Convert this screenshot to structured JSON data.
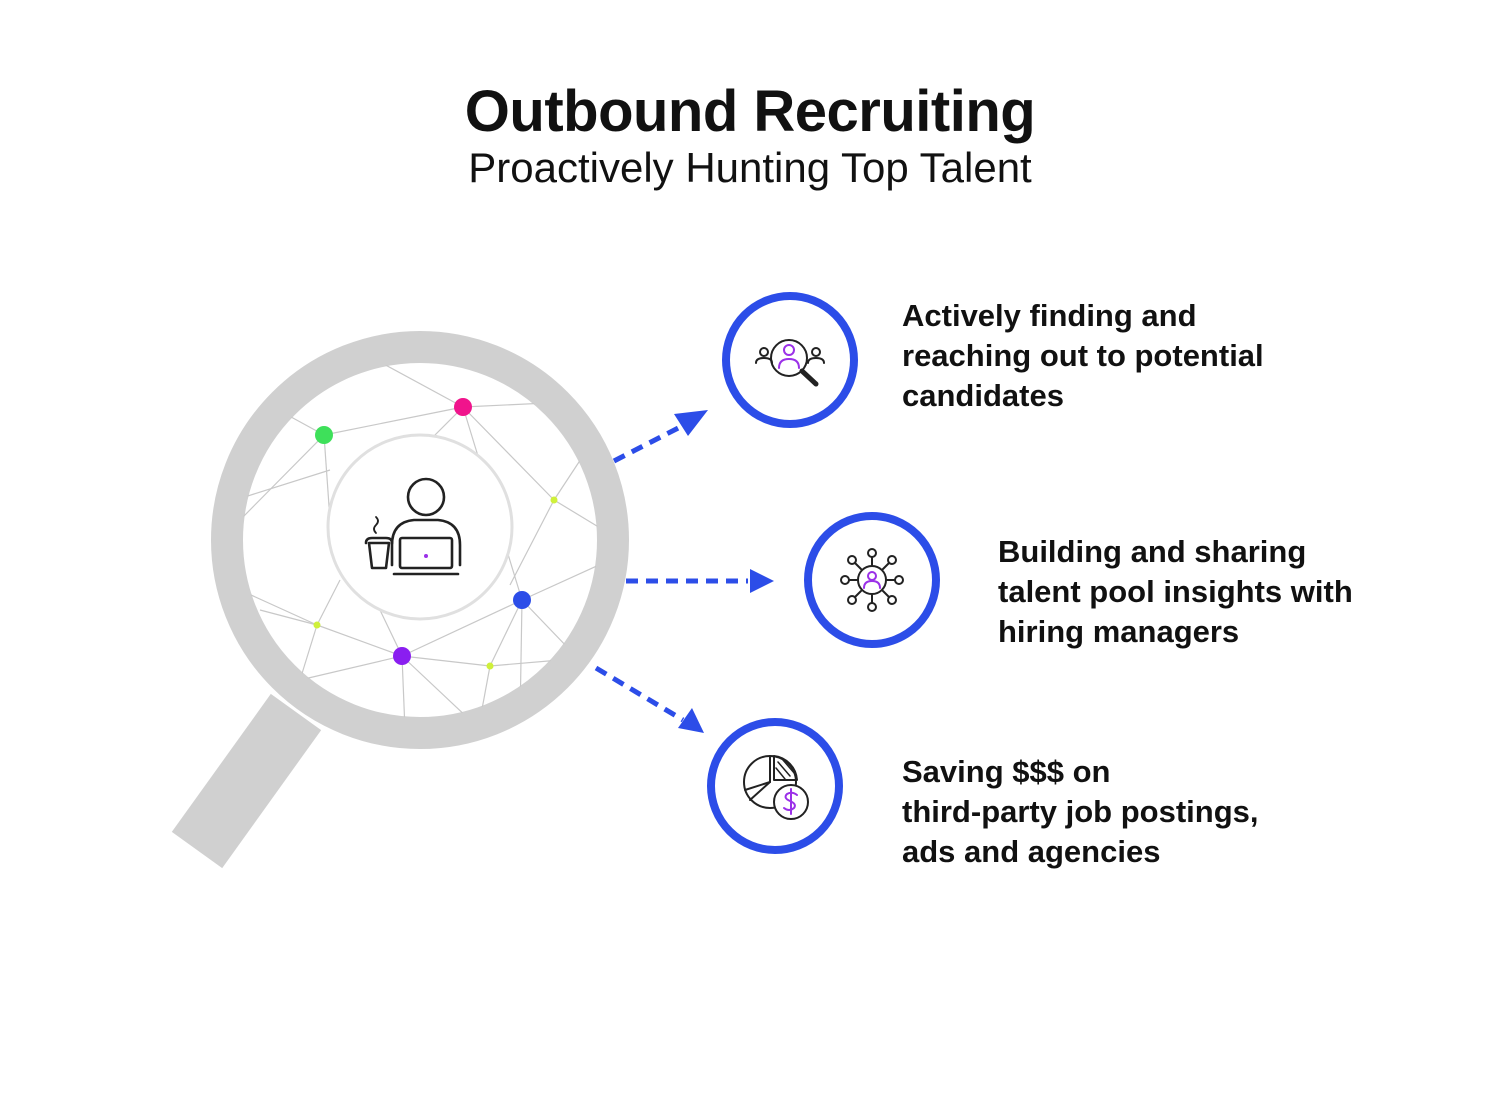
{
  "header": {
    "title": "Outbound Recruiting",
    "subtitle": "Proactively Hunting Top Talent"
  },
  "items": [
    {
      "text_lines": [
        "Actively finding and",
        "reaching out to potential",
        "candidates"
      ],
      "icon": "people-search-icon"
    },
    {
      "text_lines": [
        "Building and sharing",
        "talent pool insights with",
        "hiring managers"
      ],
      "icon": "network-hub-icon"
    },
    {
      "text_lines": [
        "Saving $$$ on",
        "third-party job postings,",
        "ads and agencies"
      ],
      "icon": "pie-chart-dollar-icon"
    }
  ],
  "colors": {
    "accent_blue": "#2c4de8",
    "magnifier_gray": "#d0d0d0",
    "network_line": "#c8c8c8",
    "node_green": "#3ee05a",
    "node_pink": "#f0148c",
    "node_lime": "#cff03a",
    "node_blue": "#2c4de8",
    "node_purple": "#8a1ef0",
    "icon_purple": "#9b30e8",
    "text": "#111111"
  }
}
